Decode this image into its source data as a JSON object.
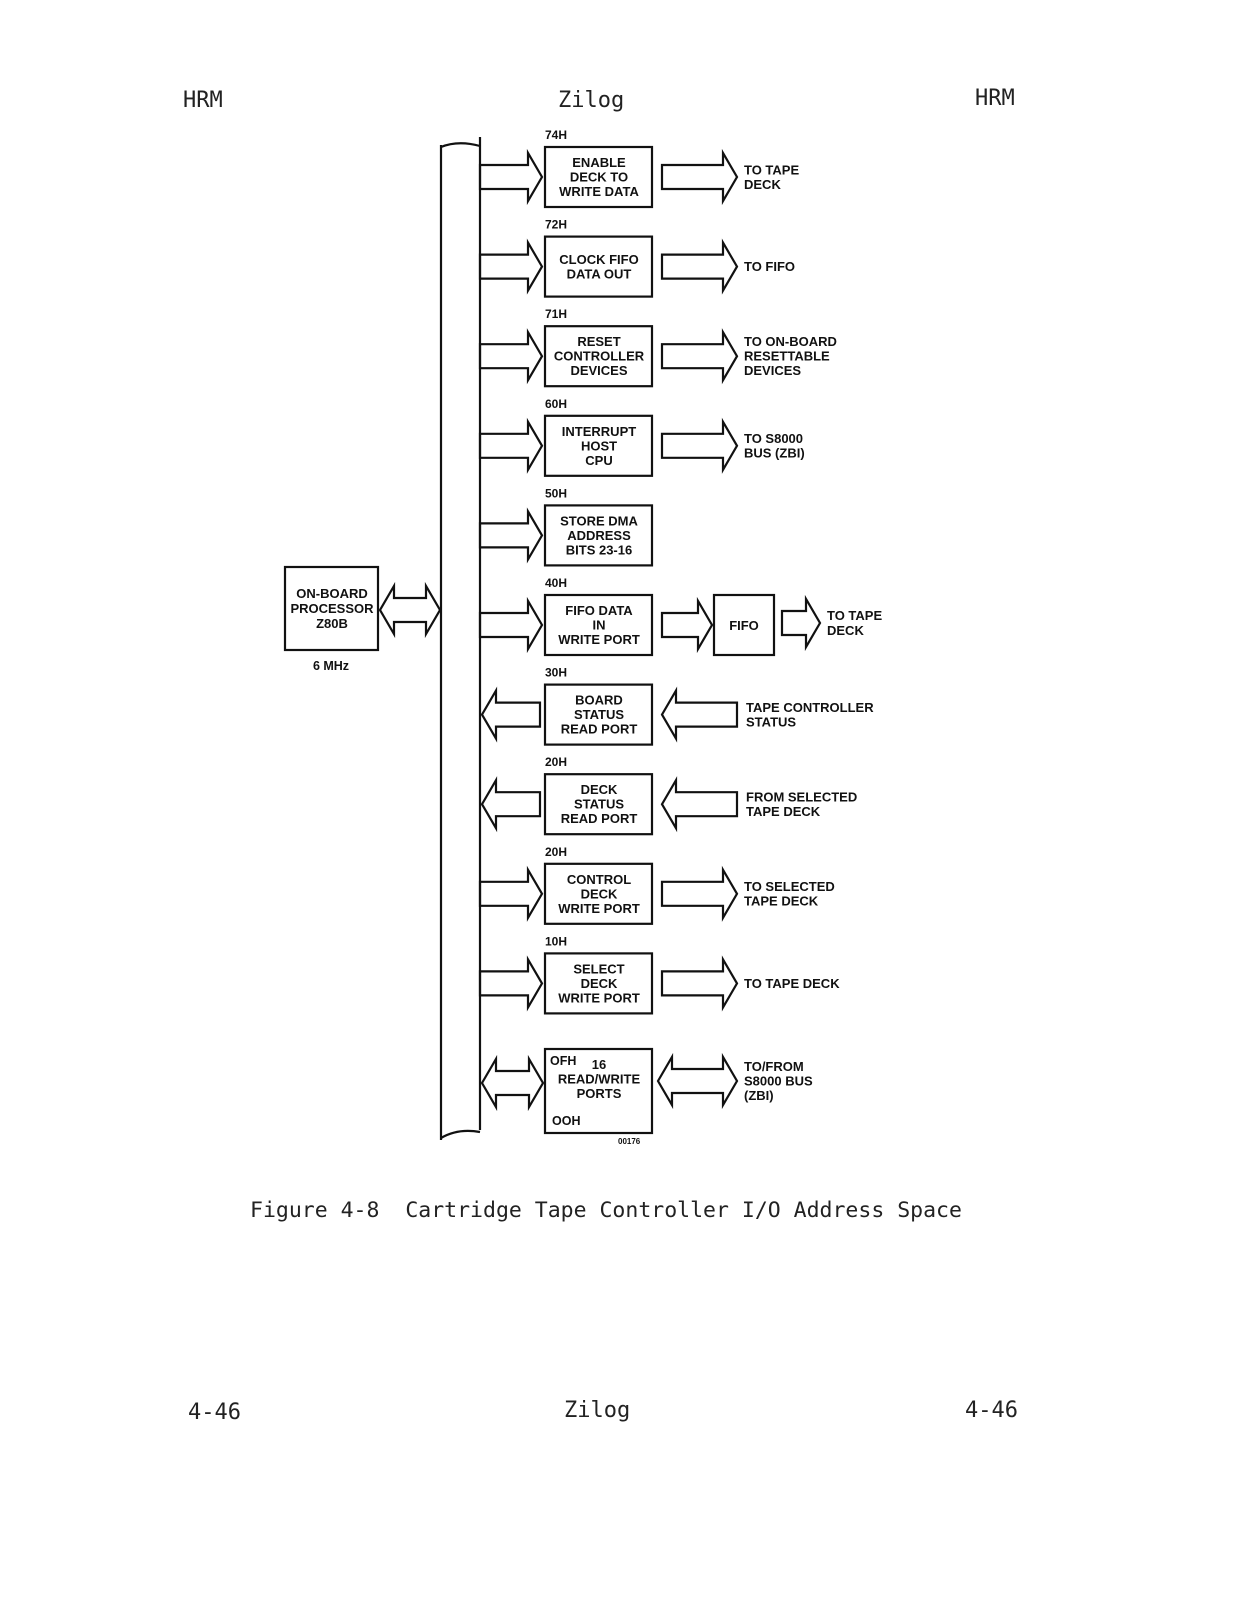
{
  "header": {
    "left": "HRM",
    "center": "Zilog",
    "right": "HRM"
  },
  "footer": {
    "left": "4-46",
    "center": "Zilog",
    "right": "4-46"
  },
  "caption": "Figure 4-8  Cartridge Tape Controller I/O Address Space",
  "figure_code": "00176",
  "processor": {
    "lines": [
      "ON-BOARD",
      "PROCESSOR",
      "Z80B"
    ],
    "clock": "6 MHz"
  },
  "ports": [
    {
      "address": "74H",
      "lines": [
        "ENABLE",
        "DECK TO",
        "WRITE DATA"
      ],
      "direction": "write",
      "target": [
        "TO TAPE",
        "DECK"
      ]
    },
    {
      "address": "72H",
      "lines": [
        "CLOCK FIFO",
        "DATA OUT"
      ],
      "direction": "write",
      "target": [
        "TO FIFO"
      ]
    },
    {
      "address": "71H",
      "lines": [
        "RESET",
        "CONTROLLER",
        "DEVICES"
      ],
      "direction": "write",
      "target": [
        "TO ON-BOARD",
        "RESETTABLE",
        "DEVICES"
      ]
    },
    {
      "address": "60H",
      "lines": [
        "INTERRUPT",
        "HOST",
        "CPU"
      ],
      "direction": "write",
      "target": [
        "TO S8000",
        "BUS (ZBI)"
      ]
    },
    {
      "address": "50H",
      "lines": [
        "STORE DMA",
        "ADDRESS",
        "BITS 23-16"
      ],
      "direction": "write",
      "target": []
    },
    {
      "address": "40H",
      "lines": [
        "FIFO DATA",
        "IN",
        "WRITE PORT"
      ],
      "direction": "write",
      "fifo_label": "FIFO",
      "target": [
        "TO TAPE",
        "DECK"
      ]
    },
    {
      "address": "30H",
      "lines": [
        "BOARD",
        "STATUS",
        "READ PORT"
      ],
      "direction": "read",
      "target": [
        "TAPE CONTROLLER",
        "STATUS"
      ]
    },
    {
      "address": "20H",
      "lines": [
        "DECK",
        "STATUS",
        "READ PORT"
      ],
      "direction": "read",
      "target": [
        "FROM SELECTED",
        "TAPE DECK"
      ]
    },
    {
      "address": "20H",
      "lines": [
        "CONTROL",
        "DECK",
        "WRITE PORT"
      ],
      "direction": "write",
      "target": [
        "TO SELECTED",
        "TAPE DECK"
      ]
    },
    {
      "address": "10H",
      "lines": [
        "SELECT",
        "DECK",
        "WRITE PORT"
      ],
      "direction": "write",
      "target": [
        "TO TAPE DECK"
      ]
    },
    {
      "address_top": "OFH",
      "address_bottom": "OOH",
      "lines": [
        "16",
        "READ/WRITE",
        "PORTS"
      ],
      "direction": "both",
      "target": [
        "TO/FROM",
        "S8000 BUS",
        "(ZBI)"
      ]
    }
  ]
}
